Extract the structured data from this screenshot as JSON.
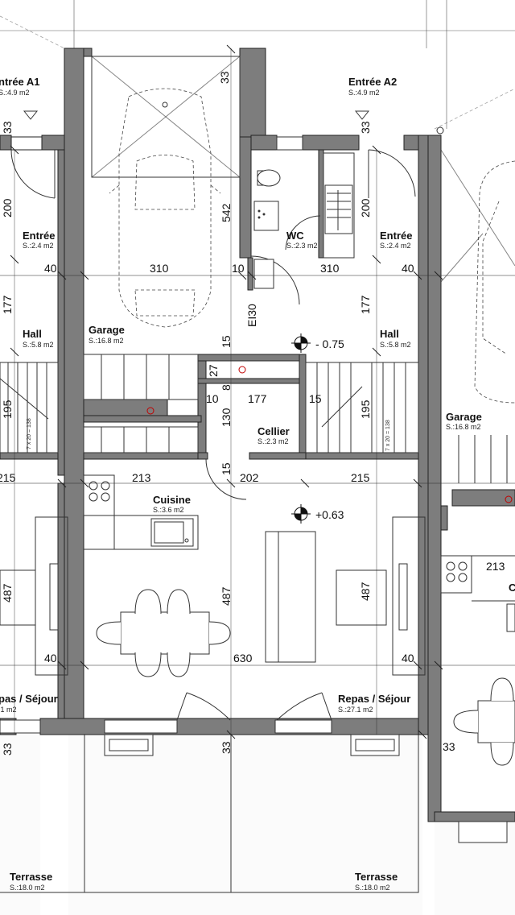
{
  "rooms": {
    "entree_a1": {
      "name": "ntrée A1",
      "area": "S.:4.9 m2"
    },
    "entree_a2": {
      "name": "Entrée A2",
      "area": "S.:4.9 m2"
    },
    "entree_left": {
      "name": "Entrée",
      "area": "S.:2.4 m2"
    },
    "entree_right": {
      "name": "Entrée",
      "area": "S.:2.4 m2"
    },
    "garage_left": {
      "name": "Garage",
      "area": "S.:16.8 m2"
    },
    "garage_right": {
      "name": "Garage",
      "area": "S.:16.8 m2"
    },
    "wc": {
      "name": "WC",
      "area": "S.:2.3 m2"
    },
    "hall_left": {
      "name": "Hall",
      "area": "S.:5.8 m2"
    },
    "hall_right": {
      "name": "Hall",
      "area": "S.:5.8 m2"
    },
    "cellier": {
      "name": "Cellier",
      "area": "S.:2.3 m2"
    },
    "cuisine": {
      "name": "Cuisine",
      "area": "S.:3.6 m2"
    },
    "cuisine_right": {
      "name": "C",
      "area": ""
    },
    "sejour_left": {
      "name": "pas / Séjour",
      "area": ".1 m2"
    },
    "sejour_right": {
      "name": "Repas / Séjour",
      "area": "S.:27.1 m2"
    },
    "terrasse_left": {
      "name": "Terrasse",
      "area": "S.:18.0 m2"
    },
    "terrasse_right": {
      "name": "Terrasse",
      "area": "S.:18.0 m2"
    }
  },
  "dimensions": {
    "d33_top": "33",
    "d33_left": "33",
    "d33_a2": "33",
    "d542": "542",
    "d200_left": "200",
    "d200_right": "200",
    "d40_left": "40",
    "d310_left": "310",
    "d10_top": "10",
    "d310_right": "310",
    "d40_right": "40",
    "d177_left": "177",
    "d177_right": "177",
    "d15_a": "15",
    "d27": "27",
    "d8": "8",
    "d10_mid": "10",
    "d177_mid": "177",
    "d15_b": "15",
    "d195_left": "195",
    "d195_right": "195",
    "d130": "130",
    "d15_c": "15",
    "d215_left": "215",
    "d213": "213",
    "d202": "202",
    "d215_right": "215",
    "d213_right": "213",
    "d487_left": "487",
    "d487_mid": "487",
    "d487_right": "487",
    "d40_bl": "40",
    "d630": "630",
    "d40_br": "40",
    "d33_bl": "33",
    "d33_bm": "33",
    "d33_br": "33"
  },
  "stairs": {
    "left_label": "7 x 20 = 138",
    "right_label": "7 x 20 = 138"
  },
  "fire_label": "EI30",
  "levels": {
    "garage_level": "- 0.75",
    "kitchen_level": "+0.63"
  }
}
